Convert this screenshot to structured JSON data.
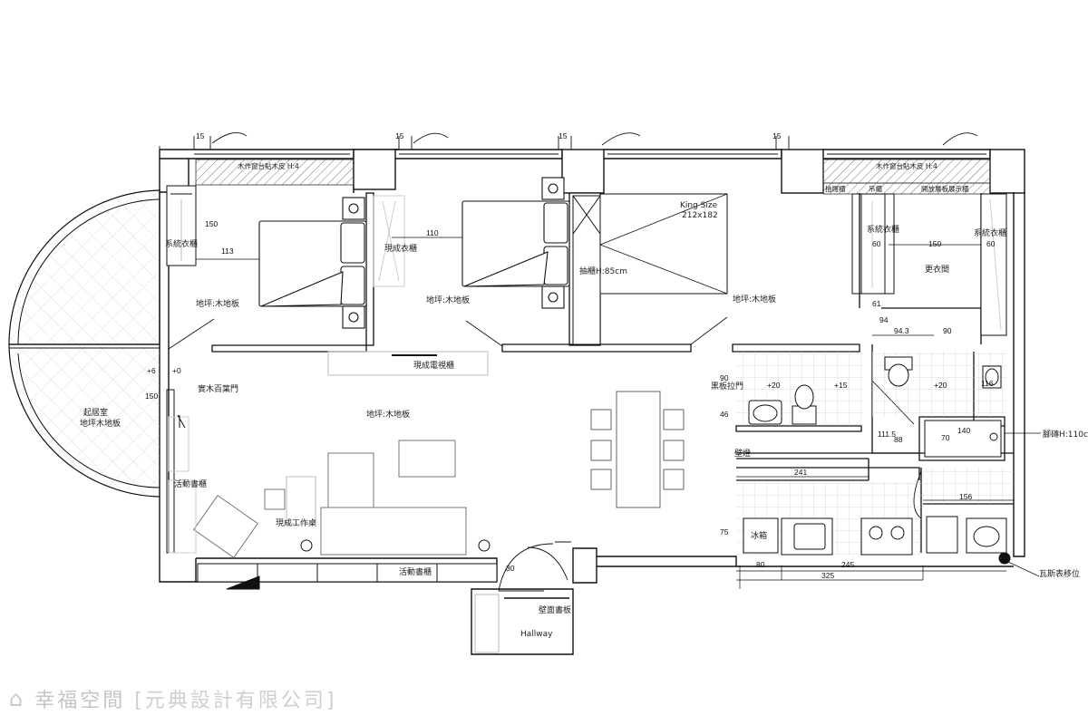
{
  "labels": {
    "window_sill_left": "木作窗台貼木皮 H:4",
    "window_sill_right": "木作窗台貼木皮 H:4",
    "sys_closet_left": "系統衣櫃",
    "ready_closet": "現成衣櫃",
    "king_size": "King Size",
    "king_size_dim": "212x182",
    "drawer_cabinet": "抽櫃H:85cm",
    "floor_wood_1": "地坪:木地板",
    "floor_wood_2": "地坪:木地板",
    "floor_wood_3": "地坪:木地板",
    "floor_wood_main": "地坪:木地板",
    "sys_closet_right_1": "系統衣櫃",
    "sys_closet_right_2": "系統衣櫃",
    "dressing_room": "更衣間",
    "top_right_1": "抽屜櫃",
    "top_right_2": "吊櫃",
    "top_right_3": "開放層板展示櫃",
    "tv_cabinet": "現成電視櫃",
    "living_room": "起居室",
    "living_floor": "地坪木地板",
    "louver_door": "實木百葉門",
    "blackboard_door": "黑板拉門",
    "wall_lamp": "壁燈",
    "movable_shelf_1": "活動書櫃",
    "movable_shelf_2": "活動書櫃",
    "ready_desk": "現成工作桌",
    "fridge": "冰箱",
    "hallway": "Hallway",
    "wall_shelf": "壁面書板",
    "tile_height": "腳磚H:110cm",
    "gas_meter": "瓦斯表移位"
  },
  "dims": {
    "d15a": "15",
    "d15b": "15",
    "d15c": "15",
    "d15d": "15",
    "d150a": "150",
    "d113": "113",
    "d110": "110",
    "d60a": "60",
    "d150b": "150",
    "d60b": "60",
    "d61": "61",
    "d94": "94",
    "d943": "94.3",
    "d90a": "90",
    "p6": "+6",
    "p0": "+0",
    "d150c": "150",
    "d90b": "90",
    "d46": "46",
    "p20a": "+20",
    "p15": "+15",
    "p20b": "+20",
    "d116": "116",
    "d1115": "111.5",
    "d88": "88",
    "d70": "70",
    "d140": "140",
    "d241": "241",
    "d156": "156",
    "d75": "75",
    "d80": "80",
    "d245": "245",
    "d325": "325",
    "d30": "30"
  },
  "watermark": {
    "brand": "幸福空間",
    "company": "[元典設計有限公司]"
  }
}
